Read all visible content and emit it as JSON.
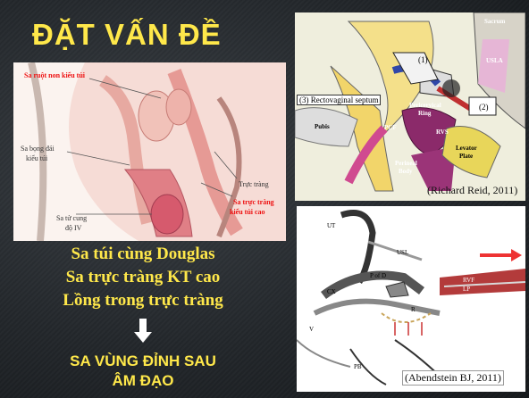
{
  "slide": {
    "title": "ĐẶT VẤN ĐỀ",
    "lines": [
      "Sa túi cùng Douglas",
      "Sa trực tràng KT cao",
      "Lồng trong trực tràng"
    ],
    "conclusion_line1": "SA VÙNG ĐỈNH SAU",
    "conclusion_line2": "ÂM ĐẠO"
  },
  "figure_left": {
    "labels": {
      "small_bowel": "Sa ruột non kiểu túi",
      "bladder1": "Sa bọng đái",
      "bladder2": "kiểu túi",
      "rectum": "Trực tràng",
      "uterus1": "Sa tử cung",
      "uterus2": "độ IV",
      "high_rectum1": "Sa trực tràng",
      "high_rectum2": "kiểu túi cao"
    }
  },
  "figure_top_right": {
    "caption": "(Richard Reid, 2011)",
    "labels": {
      "n1": "(1)",
      "n2": "(2)",
      "septum": "(3) Rectovaginal septum",
      "sacrum": "Sacrum",
      "usla": "USLA",
      "pericervical1": "Pericervical",
      "pericervical2": "Ring",
      "pcf": "PCF",
      "rvs": "RVS",
      "pubis": "Pubis",
      "perineal1": "Perineal",
      "perineal2": "Body",
      "levator1": "Levator",
      "levator2": "Plate"
    }
  },
  "figure_bottom_right": {
    "caption": "(Abendstein BJ, 2011)",
    "labels": {
      "ut": "UT",
      "usl": "USL",
      "cx": "CX",
      "pofd": "P of D",
      "rvf": "RVF",
      "lp": "LP",
      "r": "R",
      "v": "V",
      "pb": "PB"
    }
  }
}
